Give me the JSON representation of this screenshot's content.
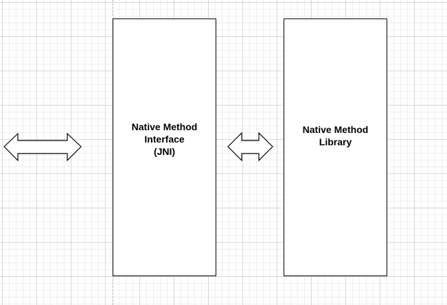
{
  "diagram": {
    "boxes": [
      {
        "id": "jni",
        "label": "Native Method\nInterface\n(JNI)"
      },
      {
        "id": "library",
        "label": "Native Method\nLibrary"
      }
    ],
    "connectors": [
      {
        "type": "bidirectional-arrow",
        "from": "left-edge",
        "to": "jni"
      },
      {
        "type": "bidirectional-arrow",
        "from": "jni",
        "to": "library"
      }
    ]
  },
  "colors": {
    "stroke": "#000000",
    "fill": "#ffffff",
    "grid_major": "#d7d7d7",
    "grid_minor": "#eeeeee"
  }
}
